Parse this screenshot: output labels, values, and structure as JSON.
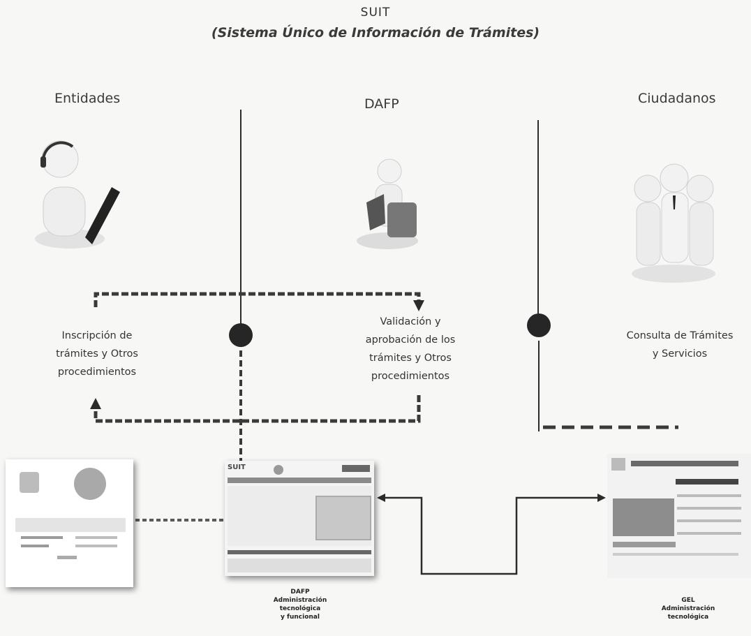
{
  "header": {
    "acronym": "SUIT",
    "full_name": "(Sistema Único de Información de Trámites)"
  },
  "columns": {
    "left": "Entidades",
    "center": "DAFP",
    "right": "Ciudadanos"
  },
  "processes": {
    "inscription": [
      "Inscripción de",
      "trámites y Otros",
      "procedimientos"
    ],
    "validation": [
      "Validación y",
      "aprobación de los",
      "trámites y Otros",
      "procedimientos"
    ],
    "consultation": [
      "Consulta de Trámites",
      "y Servicios"
    ]
  },
  "captions": {
    "dafp": [
      "DAFP",
      "Administración",
      "tecnológica",
      "y funcional"
    ],
    "gel": [
      "GEL",
      "Administración",
      "tecnológica"
    ]
  },
  "screens": {
    "center_badge": "SUIT"
  },
  "colors": {
    "line": "#2b2b2b",
    "dashed": "#3a3a3a",
    "node": "#262626",
    "screen_gray": "#d0d0d0"
  }
}
